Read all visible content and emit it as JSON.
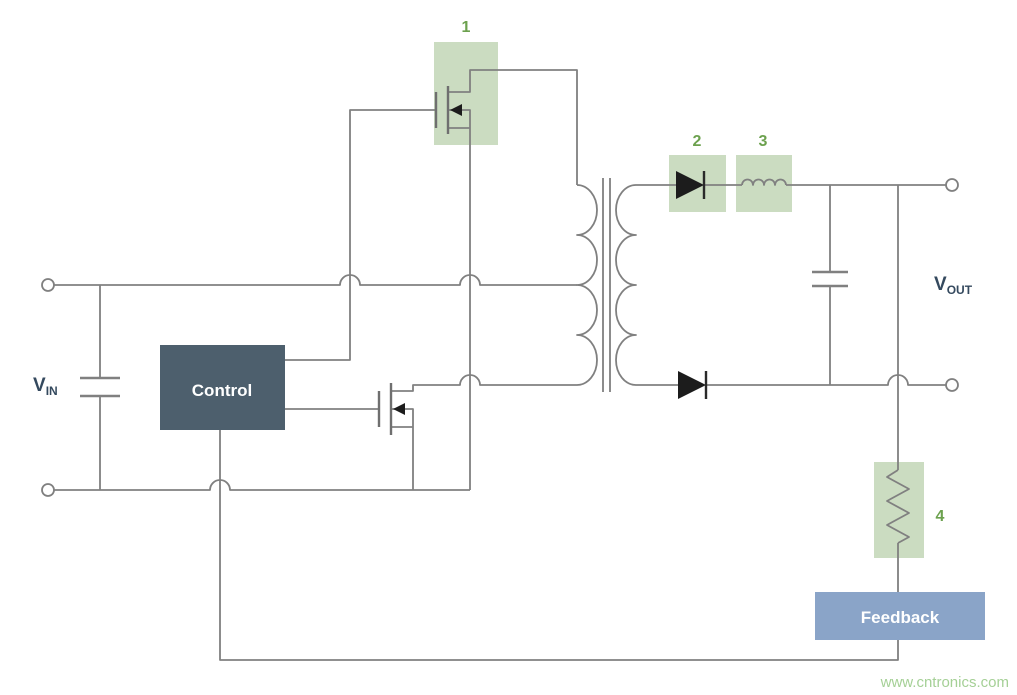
{
  "diagram": {
    "vin": {
      "main": "V",
      "sub": "IN"
    },
    "vout": {
      "main": "V",
      "sub": "OUT"
    },
    "control_label": "Control",
    "feedback_label": "Feedback",
    "callouts": {
      "c1": "1",
      "c2": "2",
      "c3": "3",
      "c4": "4"
    },
    "watermark": "www.cntronics.com",
    "colors": {
      "wire": "#808080",
      "component_fill": "#1c1c1c",
      "highlight_box": "#cbdcc1",
      "callout_green": "#6ca14e",
      "control_box": "#4d5f6d",
      "feedback_box": "#8aa4c8",
      "block_text": "#ffffff",
      "voltage_text": "#34495e",
      "watermark_green": "#a5d096",
      "background": "#ffffff"
    }
  }
}
